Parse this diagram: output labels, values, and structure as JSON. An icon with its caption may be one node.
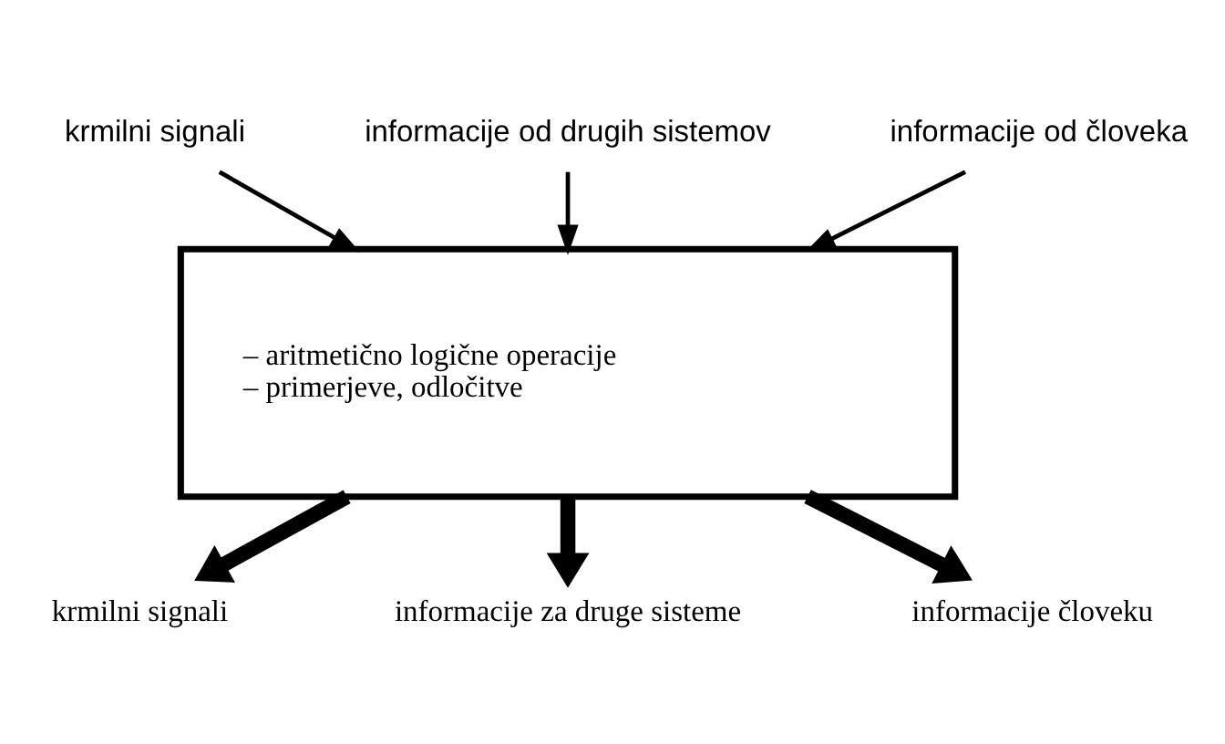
{
  "diagram": {
    "nodes": [
      {
        "text": [
          "krmilni signali"
        ]
      },
      {
        "text": [
          "informacije od drugih sistemov"
        ]
      },
      {
        "text": [
          "informacije od človeka"
        ]
      },
      {
        "text": [
          "– aritmetično logične operacije",
          "– primerjeve, odločitve"
        ]
      },
      {
        "text": [
          "krmilni signali"
        ]
      },
      {
        "text": [
          "informacije za druge sisteme"
        ]
      },
      {
        "text": [
          "informacije človeku"
        ]
      }
    ],
    "edges": [
      {
        "from": 0,
        "to": 3,
        "arrow": "to"
      },
      {
        "from": 1,
        "to": 3,
        "arrow": "to"
      },
      {
        "from": 2,
        "to": 3,
        "arrow": "to"
      },
      {
        "from": 3,
        "to": 4,
        "arrow": "to",
        "style": "thick"
      },
      {
        "from": 3,
        "to": 5,
        "arrow": "to",
        "style": "thick"
      },
      {
        "from": 3,
        "to": 6,
        "arrow": "to",
        "style": "thick"
      }
    ]
  }
}
